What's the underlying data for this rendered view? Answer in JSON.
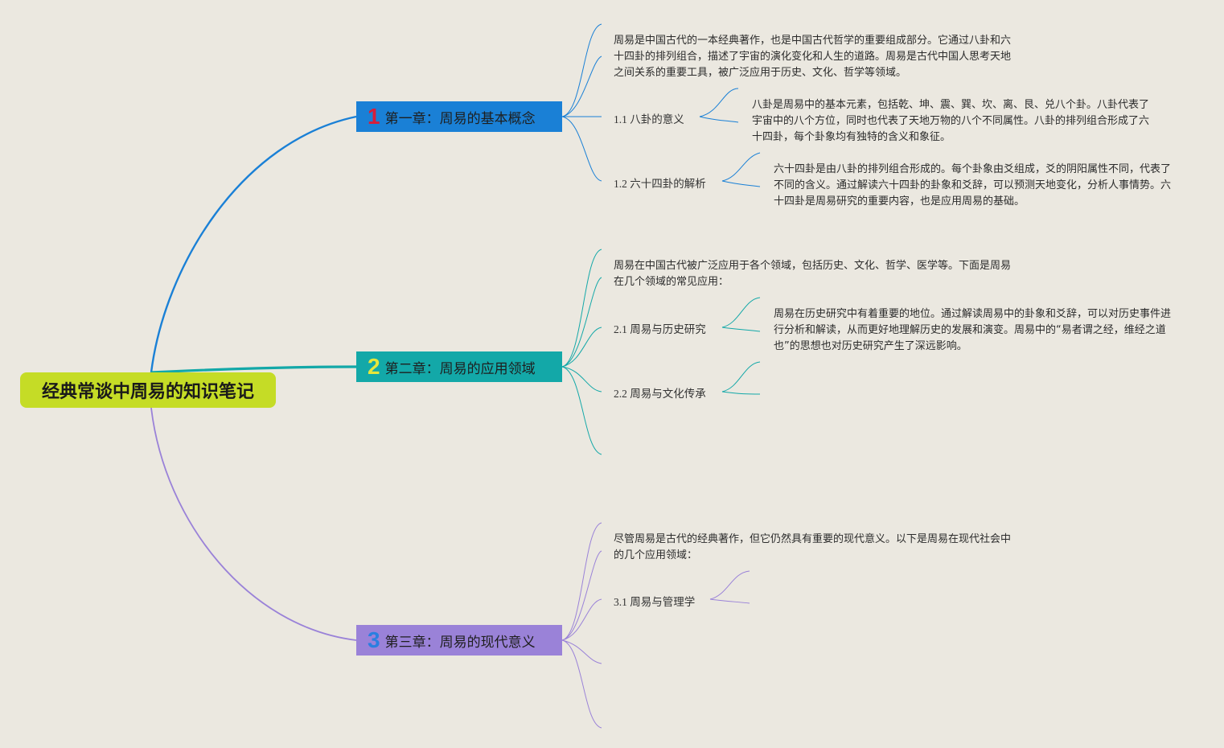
{
  "title": "经典常谈中周易的知识笔记",
  "colors": {
    "ch1": "#1a80d6",
    "ch2": "#13a8a8",
    "ch3": "#9a82d8",
    "root": "#c5dc26"
  },
  "chapters": [
    {
      "number": "1",
      "label": "第一章：周易的基本概念",
      "intro": "周易是中国古代的一本经典著作，也是中国古代哲学的重要组成部分。它通过八卦和六十四卦的排列组合，描述了宇宙的演化变化和人生的道路。周易是古代中国人思考天地之间关系的重要工具，被广泛应用于历史、文化、哲学等领域。",
      "sections": [
        {
          "label": "1.1 八卦的意义",
          "text": "八卦是周易中的基本元素，包括乾、坤、震、巽、坎、离、艮、兑八个卦。八卦代表了宇宙中的八个方位，同时也代表了天地万物的八个不同属性。八卦的排列组合形成了六十四卦，每个卦象均有独特的含义和象征。"
        },
        {
          "label": "1.2 六十四卦的解析",
          "text": "六十四卦是由八卦的排列组合形成的。每个卦象由爻组成，爻的阴阳属性不同，代表了不同的含义。通过解读六十四卦的卦象和爻辞，可以预测天地变化，分析人事情势。六十四卦是周易研究的重要内容，也是应用周易的基础。"
        }
      ]
    },
    {
      "number": "2",
      "label": "第二章：周易的应用领域",
      "intro": "周易在中国古代被广泛应用于各个领域，包括历史、文化、哲学、医学等。下面是周易在几个领域的常见应用：",
      "sections": [
        {
          "label": "2.1 周易与历史研究",
          "text": "周易在历史研究中有着重要的地位。通过解读周易中的卦象和爻辞，可以对历史事件进行分析和解读，从而更好地理解历史的发展和演变。周易中的“易者谓之经，维经之道也”的思想也对历史研究产生了深远影响。"
        },
        {
          "label": "2.2 周易与文化传承",
          "text": ""
        }
      ]
    },
    {
      "number": "3",
      "label": "第三章：周易的现代意义",
      "intro": "尽管周易是古代的经典著作，但它仍然具有重要的现代意义。以下是周易在现代社会中的几个应用领域：",
      "sections": [
        {
          "label": "3.1 周易与管理学",
          "text": ""
        }
      ]
    }
  ]
}
